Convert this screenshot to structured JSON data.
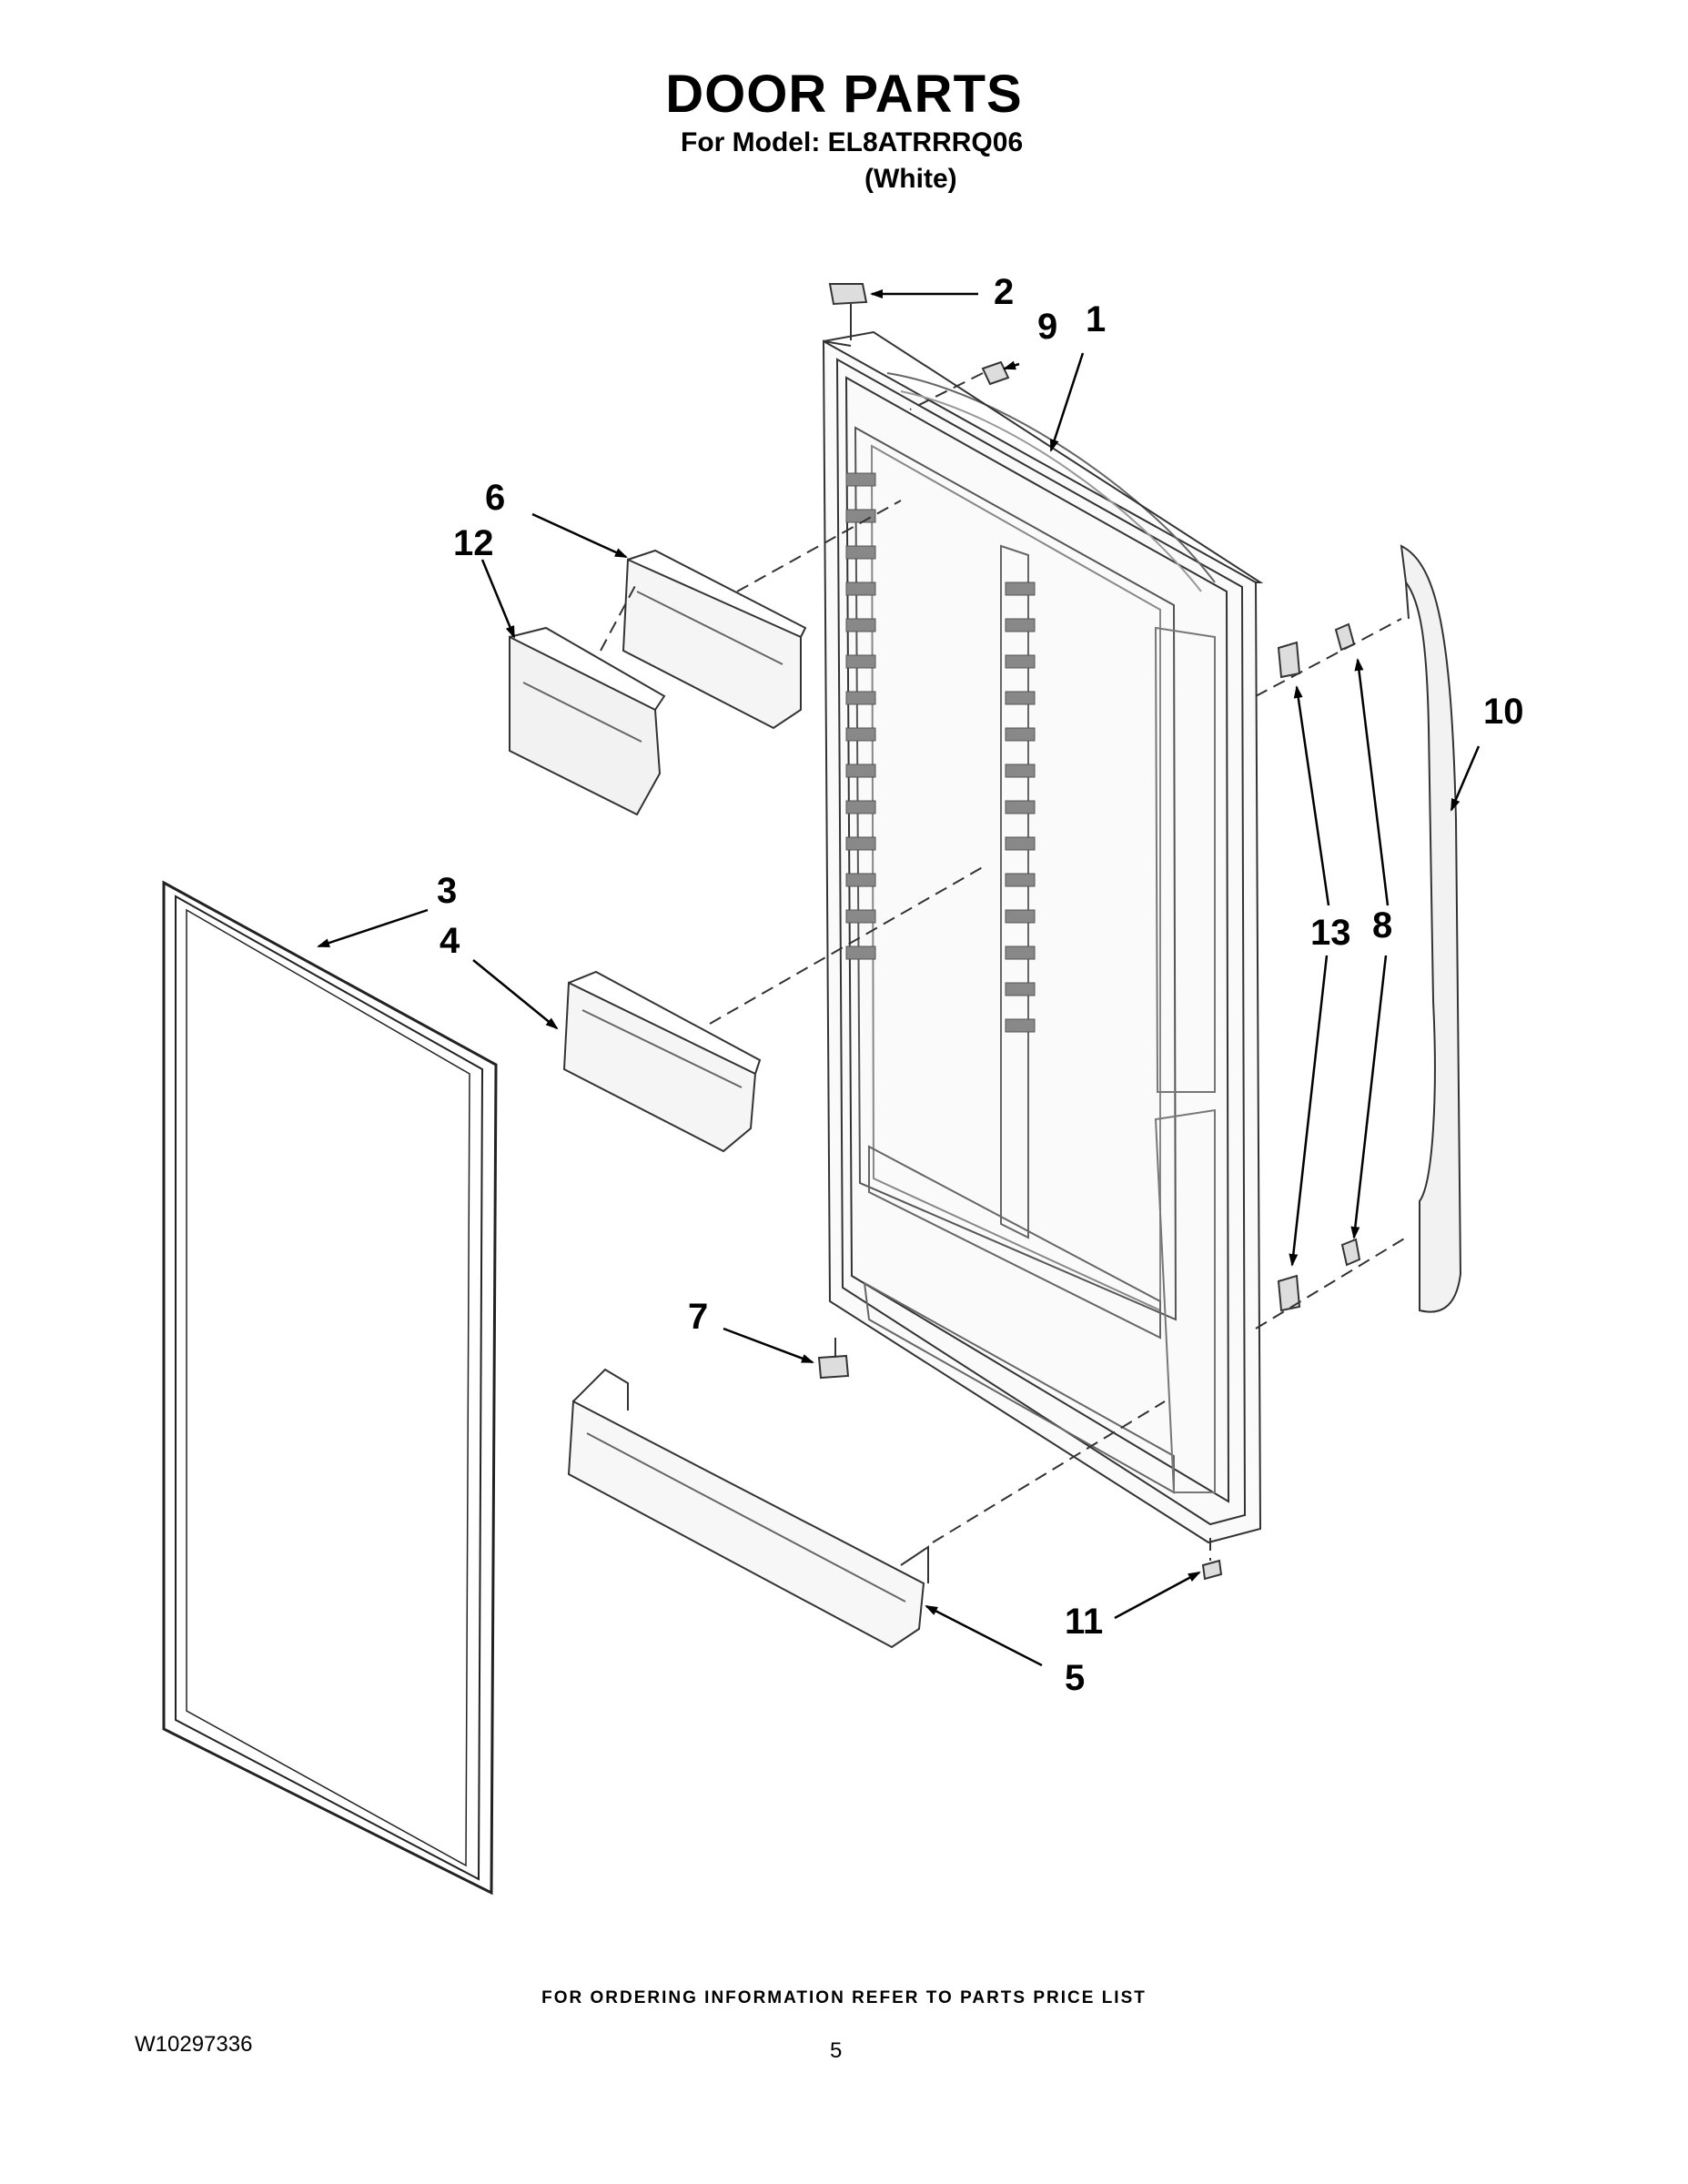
{
  "header": {
    "title": "DOOR PARTS",
    "model_line": "For Model: EL8ATRRRQ06",
    "color_line": "(White)"
  },
  "callouts": {
    "c1": "1",
    "c2": "2",
    "c3": "3",
    "c4": "4",
    "c5": "5",
    "c6": "6",
    "c7": "7",
    "c8": "8",
    "c9": "9",
    "c10": "10",
    "c11": "11",
    "c12": "12",
    "c13": "13"
  },
  "footer": {
    "ordering_note": "FOR ORDERING INFORMATION REFER TO PARTS PRICE LIST",
    "document_number": "W10297336",
    "page_number": "5"
  }
}
